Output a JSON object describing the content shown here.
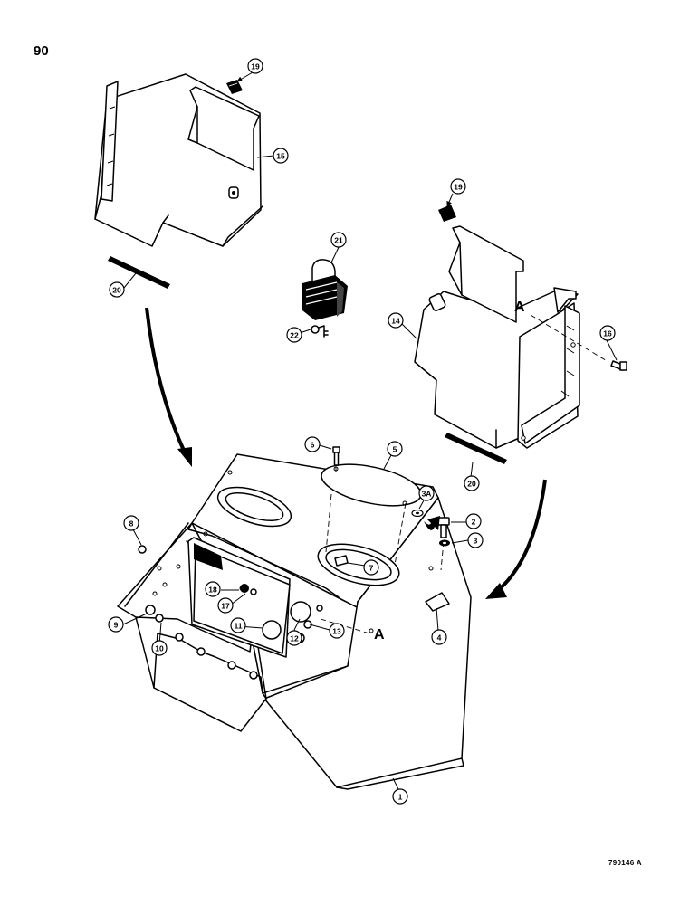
{
  "page_number": "90",
  "figure_code": "790146 A",
  "section_letter": "A",
  "callouts": [
    "1",
    "2",
    "3",
    "3A",
    "4",
    "5",
    "6",
    "7",
    "8",
    "9",
    "10",
    "11",
    "12",
    "13",
    "14",
    "15",
    "16",
    "17",
    "18",
    "19",
    "19",
    "20",
    "20",
    "21",
    "22"
  ]
}
